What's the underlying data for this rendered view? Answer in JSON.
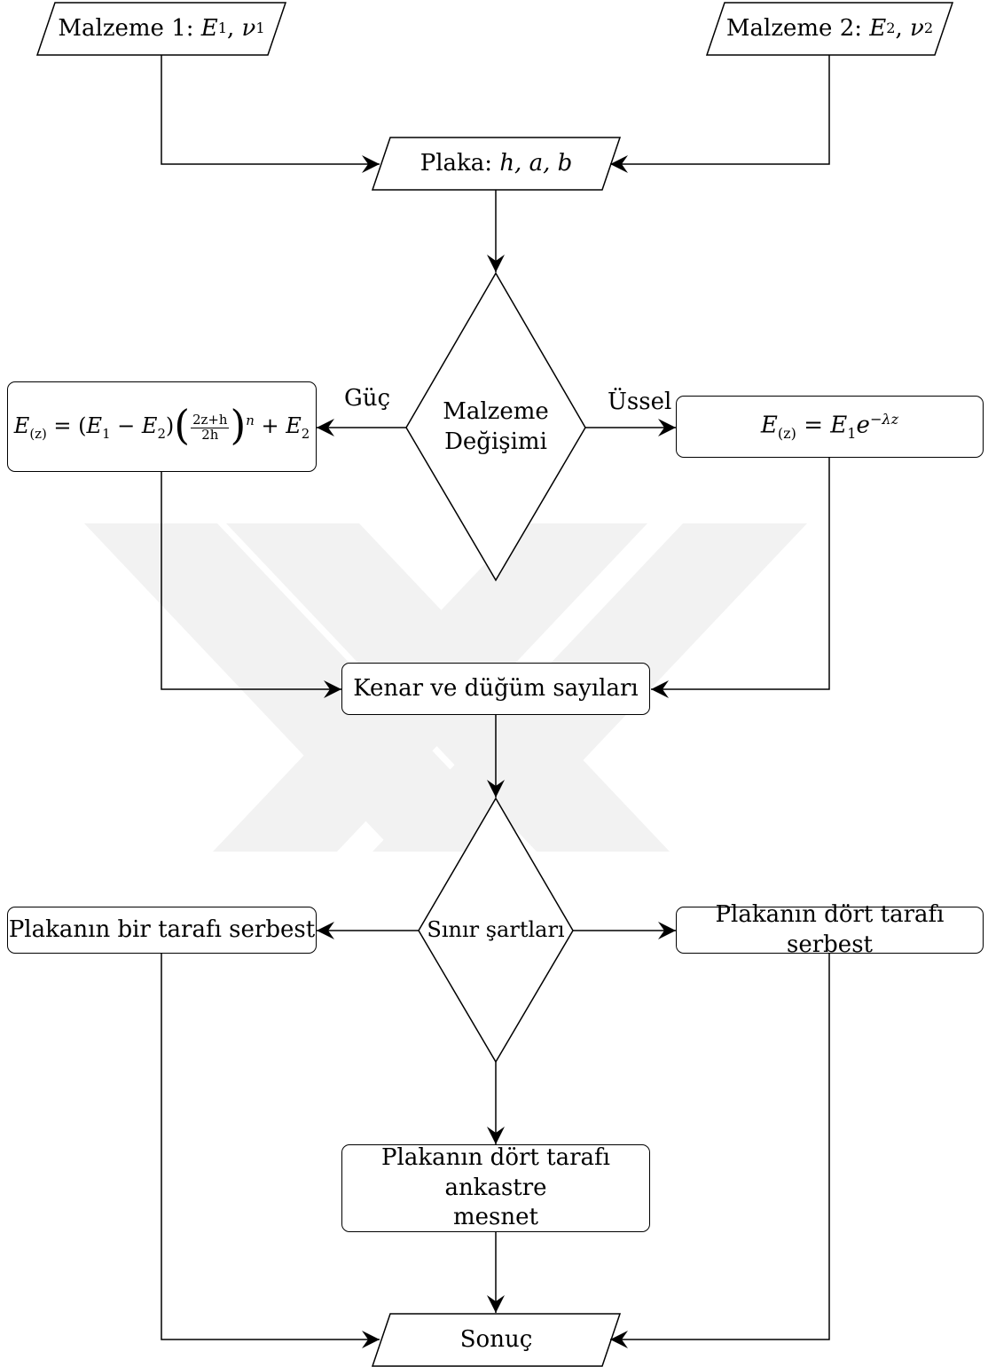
{
  "nodes": {
    "malzeme1": {
      "prefix": "Malzeme 1:",
      "sym_a": "E",
      "sub_a": "1",
      "sym_b": "ν",
      "sub_b": "1"
    },
    "malzeme2": {
      "prefix": "Malzeme 2:",
      "sym_a": "E",
      "sub_a": "2",
      "sym_b": "ν",
      "sub_b": "2"
    },
    "plaka": {
      "prefix": "Plaka:",
      "params": "h, a, b"
    },
    "malzeme_degisimi": {
      "line1": "Malzeme",
      "line2": "Değişimi"
    },
    "guc_formula": {
      "lhs": "E",
      "lhs_sub": "(z)",
      "eq": "= (",
      "t1": "E",
      "t1_sub": "1",
      "minus": " − ",
      "t2": "E",
      "t2_sub": "2",
      "close": ")",
      "frac_num": "2z+h",
      "frac_den": "2h",
      "exp": "n",
      "plus": " + ",
      "t3": "E",
      "t3_sub": "2"
    },
    "ussel_formula": {
      "lhs": "E",
      "lhs_sub": "(z)",
      "eq": " = ",
      "t1": "E",
      "t1_sub": "1",
      "base": "e",
      "exp": "−λz"
    },
    "kenar": {
      "label": "Kenar ve düğüm sayıları"
    },
    "sinir": {
      "label": "Sınır şartları"
    },
    "bir_taraf": {
      "label": "Plakanın bir tarafı serbest"
    },
    "dort_taraf_serbest": {
      "label": "Plakanın dört tarafı serbest"
    },
    "ankastre": {
      "line1": "Plakanın dört tarafı ankastre",
      "line2": "mesnet"
    },
    "sonuc": {
      "label": "Sonuç"
    }
  },
  "edge_labels": {
    "guc": "Güç",
    "ussel": "Üssel"
  }
}
